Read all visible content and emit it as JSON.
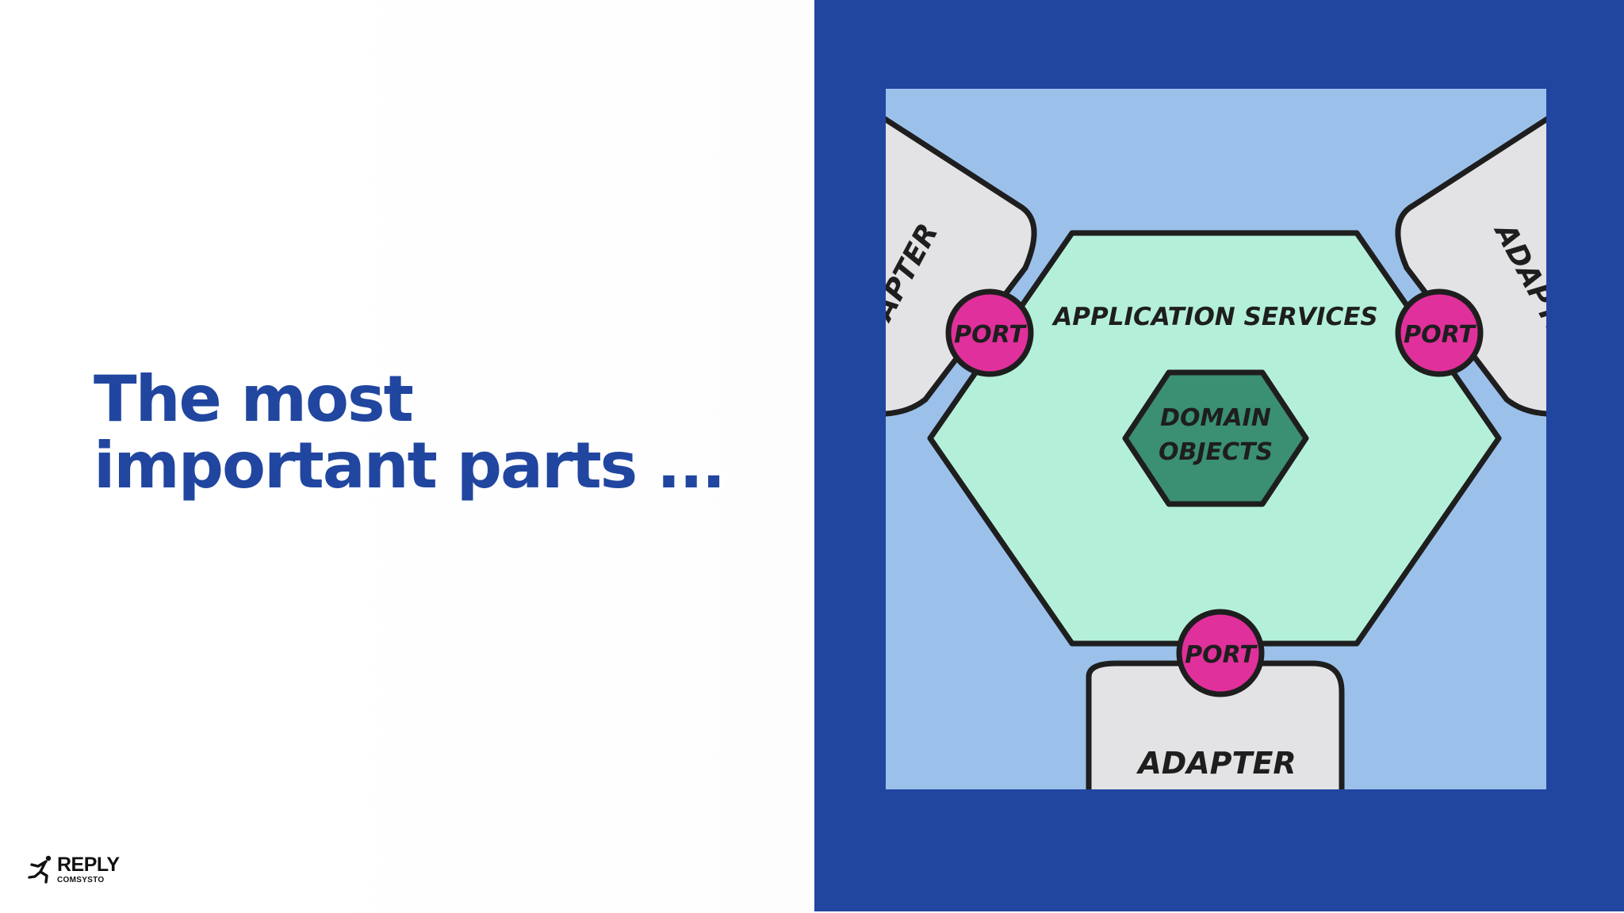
{
  "slide": {
    "title_line1": "The most",
    "title_line2": "important parts ...",
    "accent_color": "#2146a0"
  },
  "logo": {
    "name": "REPLY",
    "sub": "COMSYSTO",
    "icon": "running-figure-icon"
  },
  "diagram": {
    "application_label": "APPLICATION SERVICES",
    "domain_label_line1": "DOMAIN",
    "domain_label_line2": "OBJECTS",
    "port_left": "PORT",
    "port_right": "PORT",
    "port_bottom": "PORT",
    "adapter_left": "ADAPTER",
    "adapter_right": "ADAPTER",
    "adapter_bottom": "ADAPTER",
    "colors": {
      "background": "#9bc1eb",
      "application": "#b4f0d9",
      "domain": "#3b8f73",
      "port": "#e0309b",
      "adapter": "#e3e2e4",
      "outline": "#1e1e1e"
    }
  }
}
